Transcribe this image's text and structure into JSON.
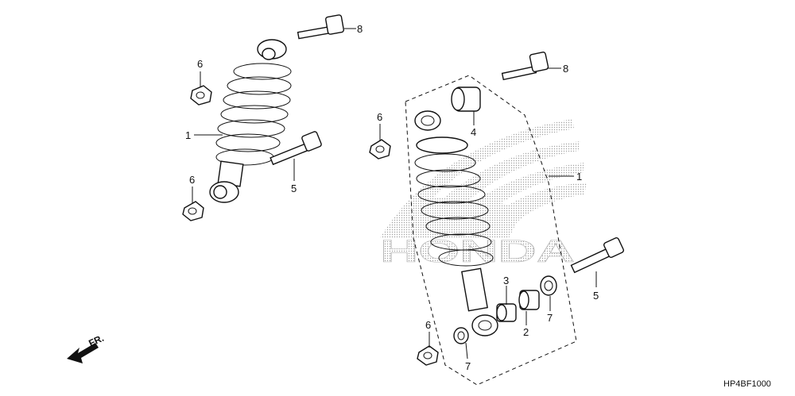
{
  "callouts": {
    "left_shock": "1",
    "right_shock": "1",
    "collar_3": "3",
    "collar_2": "2",
    "bushing_4": "4",
    "bolt_5_left": "5",
    "bolt_5_right": "5",
    "nut_6_left_top": "6",
    "nut_6_left_bottom": "6",
    "nut_6_mid": "6",
    "nut_6_bottom": "6",
    "seal_7_right": "7",
    "seal_7_left": "7",
    "bolt_8_top": "8",
    "bolt_8_right": "8"
  },
  "brand_watermark": "HONDA",
  "direction_label": "FR.",
  "diagram_code": "HP4BF1000"
}
